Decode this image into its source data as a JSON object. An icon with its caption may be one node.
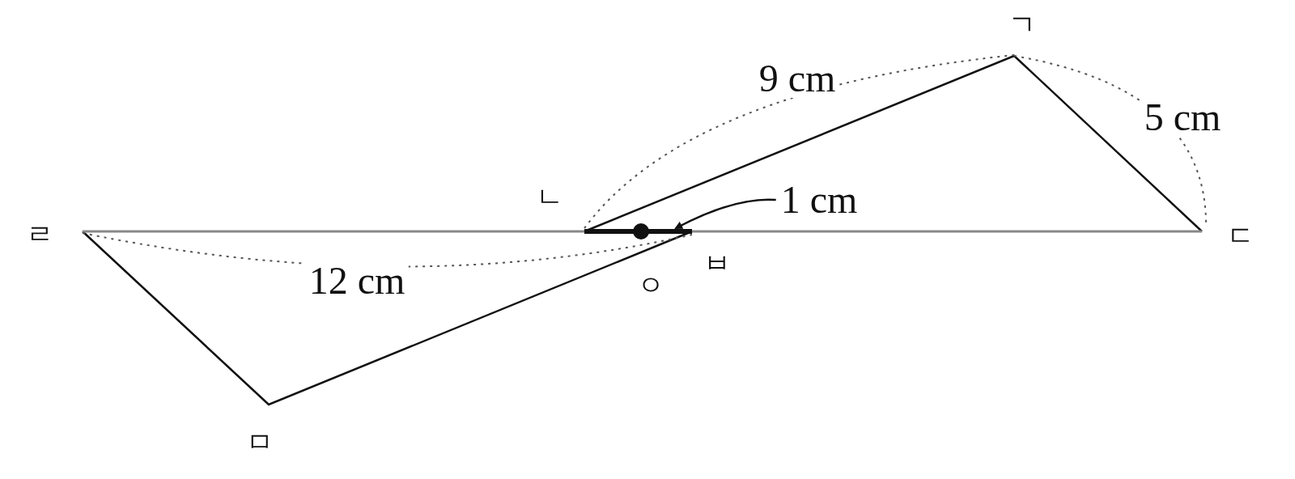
{
  "diagram": {
    "nodes": [
      {
        "text": [
          "1 cm"
        ]
      },
      {
        "text": [],
        "shape": "bar"
      }
    ],
    "edges": [
      {
        "from": 0,
        "to": 1,
        "arrow": "to"
      }
    ],
    "labels": [
      "ㄱ",
      "9 cm",
      "5 cm",
      "ㄴ",
      "ㄹ",
      "ㄷ",
      "ㅂ",
      "12 cm",
      "ㅇ",
      "ㅁ"
    ]
  }
}
